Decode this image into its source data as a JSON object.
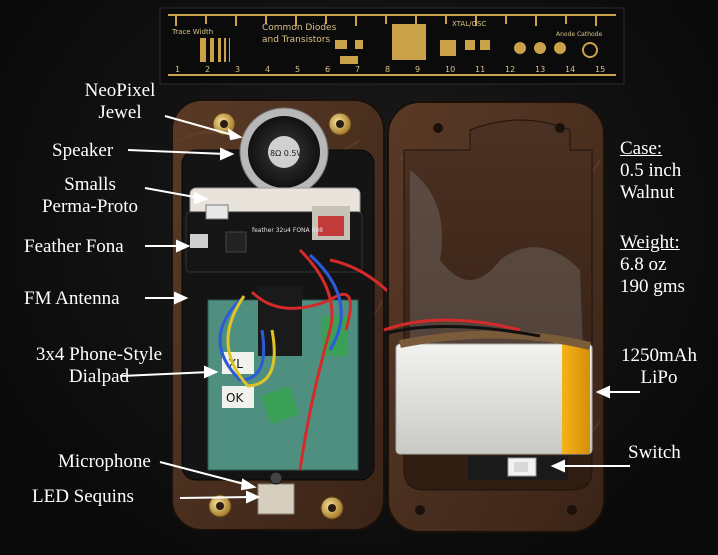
{
  "ruler": {
    "left_text": "Trace Width",
    "section_title_line1": "Common Diodes",
    "section_title_line2": "and Transistors",
    "crystal_label": "XTAL/OSC",
    "brand_label": "Anode Cathode",
    "scale_numbers": [
      "1",
      "2",
      "3",
      "4",
      "5",
      "6",
      "7",
      "8",
      "9",
      "10",
      "11",
      "12",
      "13",
      "14",
      "15"
    ]
  },
  "labels_left": {
    "neopixel_line1": "NeoPixel",
    "neopixel_line2": "Jewel",
    "speaker": "Speaker",
    "smalls_line1": "Smalls",
    "smalls_line2": "Perma-Proto",
    "feather": "Feather Fona",
    "fm": "FM Antenna",
    "dialpad_line1": "3x4 Phone-Style",
    "dialpad_line2": "Dialpad",
    "microphone": "Microphone",
    "led": "LED Sequins"
  },
  "labels_right": {
    "case_title": "Case:",
    "case_line1": "0.5 inch",
    "case_line2": "Walnut",
    "weight_title": "Weight:",
    "weight_line1": "6.8 oz",
    "weight_line2": "190 gms",
    "battery_line1": "1250mAh",
    "battery_line2": "LiPo",
    "switch": "Switch"
  },
  "device_text": {
    "keypad_key_a": "XL",
    "keypad_key_b": "OK",
    "speaker_marking": "8Ω 0.5W",
    "board_marking": "feather 32u4 FONA 808"
  }
}
